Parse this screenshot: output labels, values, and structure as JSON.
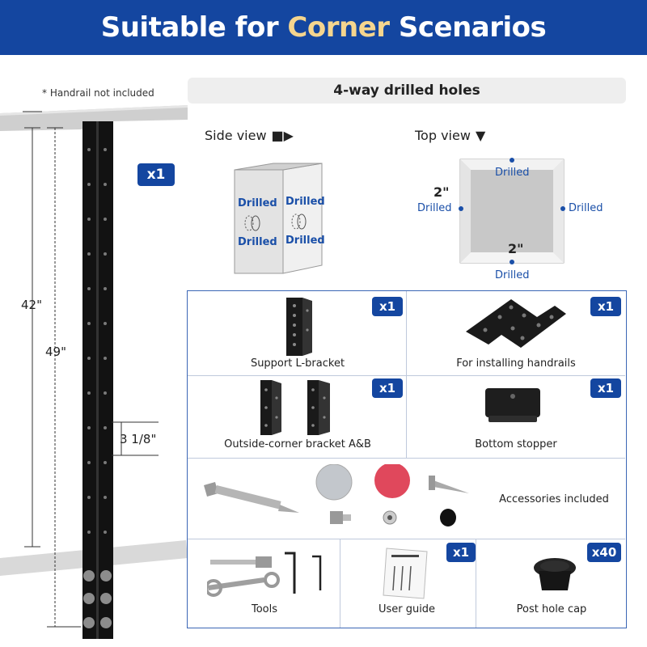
{
  "header": {
    "title_part1": "Suitable for ",
    "title_accent": "Corner",
    "title_part2": " Scenarios"
  },
  "note": "* Handrail not included",
  "post": {
    "quantity": "x1",
    "dim_42": "42\"",
    "dim_49": "49\"",
    "dim_spacing": "3 1/8\""
  },
  "holes": {
    "title": "4-way drilled holes",
    "side_view": "Side view",
    "top_view": "Top view",
    "drilled": "Drilled",
    "dim_2": "2\""
  },
  "parts": [
    {
      "label": "Support L-bracket",
      "qty": "x1"
    },
    {
      "label": "For installing handrails",
      "qty": "x1"
    },
    {
      "label": "Outside-corner bracket A&B",
      "qty": "x1"
    },
    {
      "label": "Bottom stopper",
      "qty": "x1"
    },
    {
      "label": "Accessories included",
      "qty": ""
    },
    {
      "label": "Tools",
      "qty": ""
    },
    {
      "label": "User guide",
      "qty": "x1"
    },
    {
      "label": "Post hole cap",
      "qty": "x40"
    }
  ],
  "colors": {
    "brand_blue": "#1446a0",
    "accent": "#f5d58e",
    "drilled_blue": "#1a4fa8"
  }
}
